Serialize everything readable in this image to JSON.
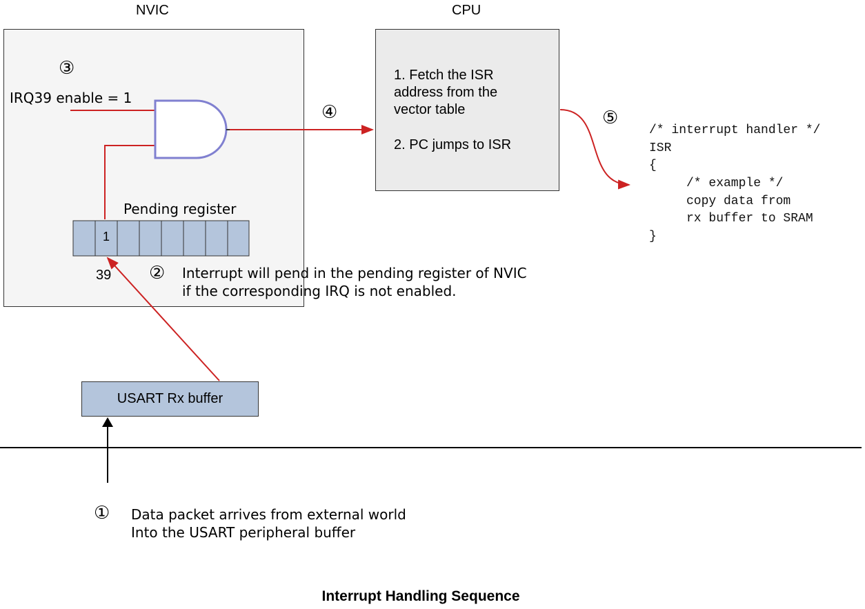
{
  "nvic": {
    "title": "NVIC"
  },
  "cpu": {
    "title": "CPU",
    "steps": [
      "1. Fetch the ISR",
      "address from the",
      "vector table",
      "",
      "2. PC jumps to ISR"
    ]
  },
  "steps": {
    "s1": {
      "marker": "①",
      "lines": [
        "Data packet arrives from external world",
        "Into the USART peripheral buffer"
      ]
    },
    "s2": {
      "marker": "②",
      "lines": [
        "Interrupt will pend in the pending register of NVIC",
        "if the corresponding IRQ is not enabled."
      ]
    },
    "s3": {
      "marker": "③"
    },
    "s4": {
      "marker": "④"
    },
    "s5": {
      "marker": "⑤"
    }
  },
  "irq_label": "IRQ39 enable = 1",
  "pending": {
    "label": "Pending register",
    "cells": [
      "",
      "1",
      "",
      "",
      "",
      "",
      "",
      ""
    ],
    "index_label": "39"
  },
  "usart": {
    "label": "USART Rx buffer"
  },
  "code": {
    "comment1": "/* interrupt handler */",
    "line_isr": "ISR",
    "open_brace": "{",
    "comment2": "/* example */",
    "line_copy": "copy data from",
    "line_rx": "rx buffer to SRAM",
    "close_brace": "}"
  },
  "footer": {
    "title": "Interrupt Handling Sequence"
  },
  "colors": {
    "arrow_red": "#cc2222",
    "gate_stroke": "#8080d0",
    "pending_cell": "#b4c5dc",
    "code_comment": "#3d8f6e"
  }
}
